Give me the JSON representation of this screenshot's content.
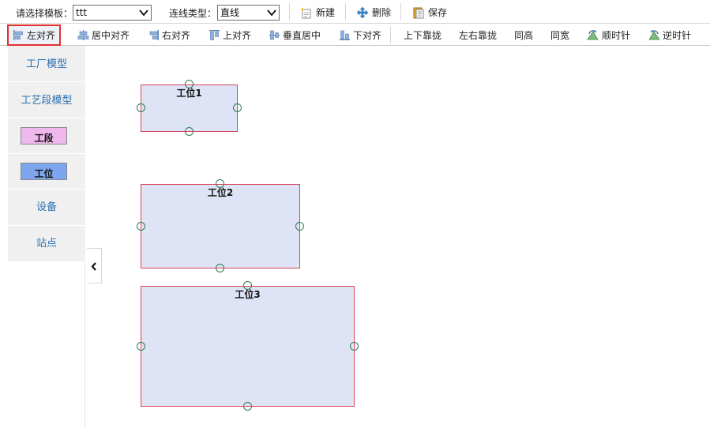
{
  "toolbar": {
    "template_label": "请选择模板：",
    "template_value": "ttt",
    "linetype_label": "连线类型：",
    "linetype_value": "直线",
    "new_label": "新建",
    "delete_label": "删除",
    "save_label": "保存"
  },
  "align": [
    {
      "label": "左对齐",
      "icon": "align-left-icon",
      "active": true
    },
    {
      "label": "居中对齐",
      "icon": "align-center-icon",
      "active": false
    },
    {
      "label": "右对齐",
      "icon": "align-right-icon",
      "active": false
    },
    {
      "label": "上对齐",
      "icon": "align-top-icon",
      "active": false
    },
    {
      "label": "垂直居中",
      "icon": "align-middle-icon",
      "active": false
    },
    {
      "label": "下对齐",
      "icon": "align-bottom-icon",
      "active": false
    },
    {
      "label": "上下靠拢",
      "icon": "",
      "active": false
    },
    {
      "label": "左右靠拢",
      "icon": "",
      "active": false
    },
    {
      "label": "同高",
      "icon": "",
      "active": false
    },
    {
      "label": "同宽",
      "icon": "",
      "active": false
    },
    {
      "label": "顺时针",
      "icon": "rotate-cw-icon",
      "active": false
    },
    {
      "label": "逆时针",
      "icon": "rotate-ccw-icon",
      "active": false
    }
  ],
  "sidebar": {
    "items": [
      {
        "label": "工厂模型"
      },
      {
        "label": "工艺段模型"
      },
      {
        "label": "工段",
        "swatch": "#efb8ec"
      },
      {
        "label": "工位",
        "swatch": "#7ea6ee"
      },
      {
        "label": "设备"
      },
      {
        "label": "站点"
      }
    ]
  },
  "canvas": {
    "nodes": [
      {
        "title": "工位1"
      },
      {
        "title": "工位2"
      },
      {
        "title": "工位3"
      }
    ]
  },
  "colors": {
    "node_fill": "#dfe3f6",
    "node_border": "#d8455a",
    "port": "#2e7d4f",
    "active_outline": "#e0322f",
    "sidebar_text": "#2c6fb0"
  }
}
